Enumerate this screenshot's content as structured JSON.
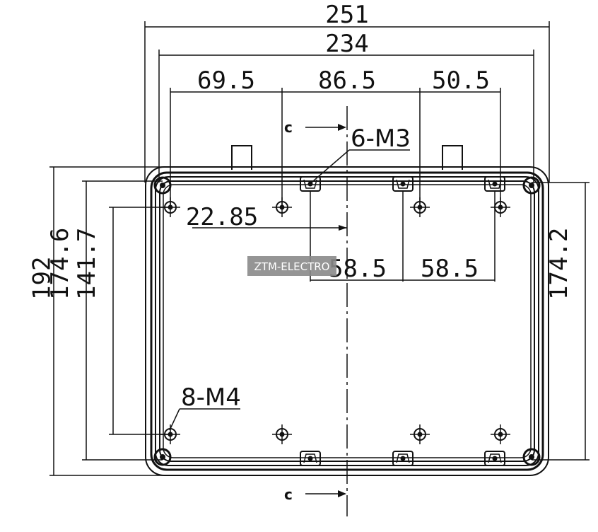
{
  "dimensions": {
    "overall_width": "251",
    "inner_width": "234",
    "seg_left": "69.5",
    "seg_middle": "86.5",
    "seg_right": "50.5",
    "overall_height": "192",
    "height_left": "174.6",
    "height_holes": "141.7",
    "height_right": "174.2",
    "offset_center": "22.85",
    "hole_spacing_left": "58.5",
    "hole_spacing_right": "58.5"
  },
  "callouts": {
    "small_holes": "6-M3",
    "large_holes": "8-M4"
  },
  "section_marks": {
    "top": "c",
    "bottom": "c"
  },
  "watermark": "ZTM-ELECTRO"
}
